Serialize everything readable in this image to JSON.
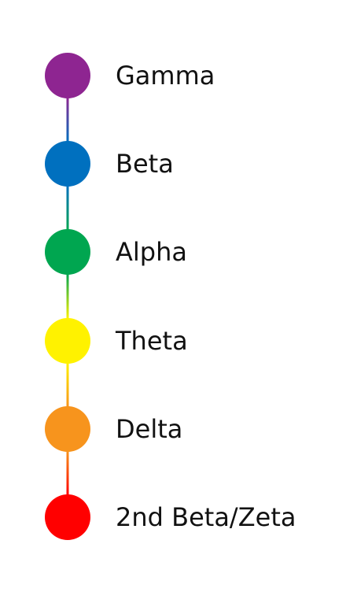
{
  "nodes": [
    {
      "label": "Gamma",
      "color": "#8e2591"
    },
    {
      "label": "Beta",
      "color": "#0070bf"
    },
    {
      "label": "Alpha",
      "color": "#00a650"
    },
    {
      "label": "Theta",
      "color": "#fff200"
    },
    {
      "label": "Delta",
      "color": "#f7941d"
    },
    {
      "label": "2nd Beta/Zeta",
      "color": "#ff0000"
    }
  ],
  "connectors": [
    {
      "from": "#8e2591",
      "to": "#0070bf"
    },
    {
      "from": "#0070bf",
      "to": "#00a650"
    },
    {
      "from": "#00a650",
      "to": "#fff200"
    },
    {
      "from": "#fff200",
      "to": "#f7941d"
    },
    {
      "from": "#f7941d",
      "to": "#ff0000"
    }
  ]
}
